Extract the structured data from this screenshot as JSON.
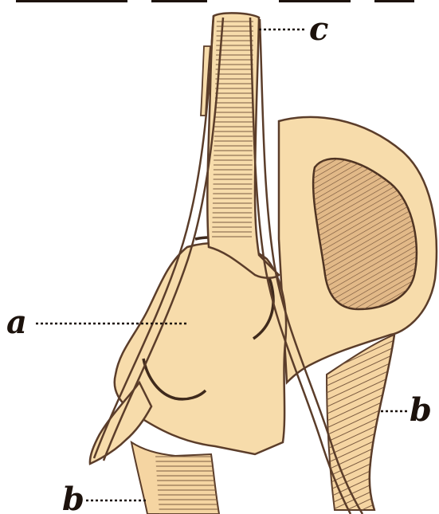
{
  "labels": {
    "a": "a",
    "b_right": "b",
    "b_bottom": "b",
    "c": "c"
  },
  "colors": {
    "bone_fill": "#f7dcab",
    "outline": "#5b3d2a",
    "hatching": "#7a5a40",
    "cavity_fill": "#e2b988",
    "background": "#ffffff"
  }
}
